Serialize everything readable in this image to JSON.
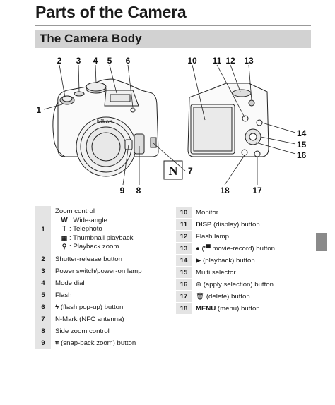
{
  "page": {
    "title": "Parts of the Camera",
    "section": "The Camera Body"
  },
  "callouts": {
    "front": [
      "1",
      "2",
      "3",
      "4",
      "5",
      "6",
      "7",
      "8",
      "9"
    ],
    "back": [
      "10",
      "11",
      "12",
      "13",
      "14",
      "15",
      "16",
      "17",
      "18"
    ]
  },
  "nfc_mark": "N",
  "camera_brand": "Nikon",
  "left_table": {
    "zoom": {
      "num": "1",
      "title": "Zoom control",
      "items": [
        {
          "symbol": "W",
          "text": ": Wide-angle"
        },
        {
          "symbol": "T",
          "text": ": Telephoto"
        },
        {
          "symbol": "▦",
          "text": ": Thumbnail playback"
        },
        {
          "symbol": "⚲",
          "text": ": Playback zoom"
        }
      ]
    },
    "rows": [
      {
        "num": "2",
        "text": "Shutter-release button"
      },
      {
        "num": "3",
        "text": "Power switch/power-on lamp"
      },
      {
        "num": "4",
        "text": "Mode dial"
      },
      {
        "num": "5",
        "text": "Flash"
      },
      {
        "num": "6",
        "symbol": "ϟ",
        "text": " (flash pop-up) button"
      },
      {
        "num": "7",
        "text": "N-Mark (NFC antenna)"
      },
      {
        "num": "8",
        "text": "Side zoom control"
      },
      {
        "num": "9",
        "symbol": "⌗",
        "text": " (snap-back zoom) button"
      }
    ]
  },
  "right_table": {
    "rows": [
      {
        "num": "10",
        "text": "Monitor"
      },
      {
        "num": "11",
        "symbol": "DISP",
        "text": " (display) button"
      },
      {
        "num": "12",
        "text": "Flash lamp"
      },
      {
        "num": "13",
        "symbol": "●",
        "text": " (",
        "symbol2": "'▀",
        "text2": " movie-record) button"
      },
      {
        "num": "14",
        "symbol": "▶",
        "text": " (playback) button"
      },
      {
        "num": "15",
        "text": "Multi selector"
      },
      {
        "num": "16",
        "symbol": "⊛",
        "text": " (apply selection) button"
      },
      {
        "num": "17",
        "symbol": "🗑",
        "text": " (delete) button"
      },
      {
        "num": "18",
        "symbol": "MENU",
        "text": " (menu) button"
      }
    ]
  }
}
